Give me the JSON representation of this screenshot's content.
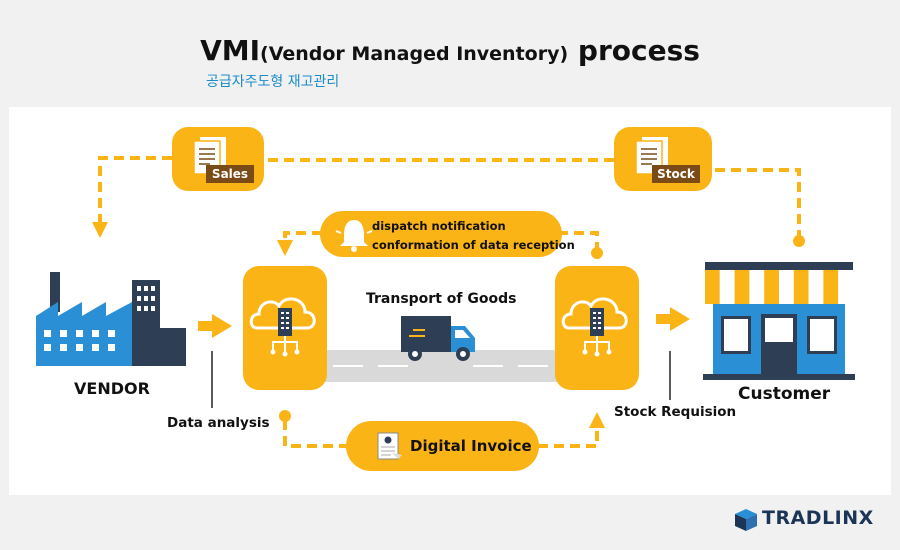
{
  "title": {
    "main_prefix": "VMI",
    "main_paren": "(Vendor Managed Inventory)",
    "main_suffix": " process",
    "subtitle": "공급자주도형 재고관리"
  },
  "nodes": {
    "vendor": "VENDOR",
    "customer": "Customer",
    "sales_doc": "Sales",
    "stock_doc": "Stock",
    "notification_line1": "dispatch notification",
    "notification_line2": "conformation of data reception",
    "transport": "Transport of Goods",
    "data_analysis": "Data analysis",
    "digital_invoice": "Digital Invoice",
    "stock_requisition": "Stock Requision"
  },
  "brand": {
    "name": "TRADLINX"
  },
  "colors": {
    "accent_yellow": "#fbb416",
    "dark_navy": "#2d3e55",
    "factory_blue": "#2b8fd6",
    "subtitle_blue": "#1a8cc9",
    "doc_tag_brown": "#7a4a17"
  },
  "icons": [
    "factory-icon",
    "document-icon",
    "bell-icon",
    "cloud-server-icon",
    "truck-icon",
    "invoice-icon",
    "store-icon",
    "tradlinx-logo-icon",
    "arrow-right-icon"
  ]
}
